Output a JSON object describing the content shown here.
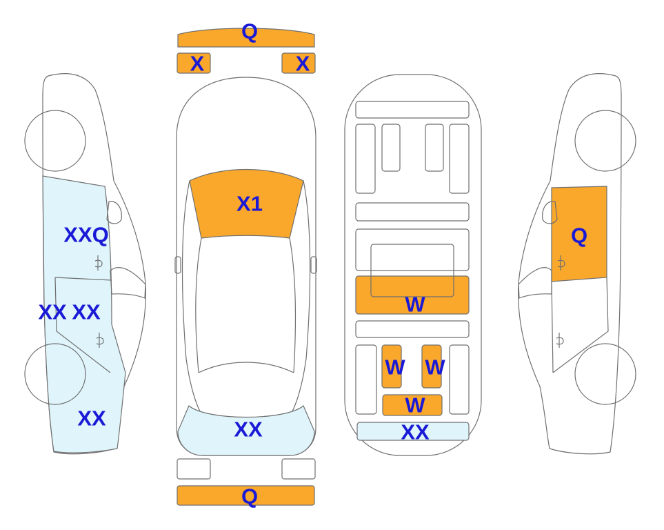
{
  "colors": {
    "damage": "#f9a82c",
    "light_damage": "#dff4fb",
    "outline": "#6f6f6f",
    "label": "#1a1ad6",
    "fill": "#ffffff"
  },
  "labels": {
    "top_front_bumper": "Q",
    "top_left_headlight": "X",
    "top_right_headlight": "X",
    "top_hood": "X1",
    "top_rear": "XX",
    "top_rear_bumper": "Q",
    "left_front_door": "XXQ",
    "left_rear_door_a": "XX",
    "left_rear_door_b": "XX",
    "left_rear_quarter": "XX",
    "right_front_door": "Q",
    "under_center_bar": "W",
    "under_left_rail": "W",
    "under_right_rail": "W",
    "under_rear_cross": "W",
    "under_rear_bar": "XX"
  }
}
